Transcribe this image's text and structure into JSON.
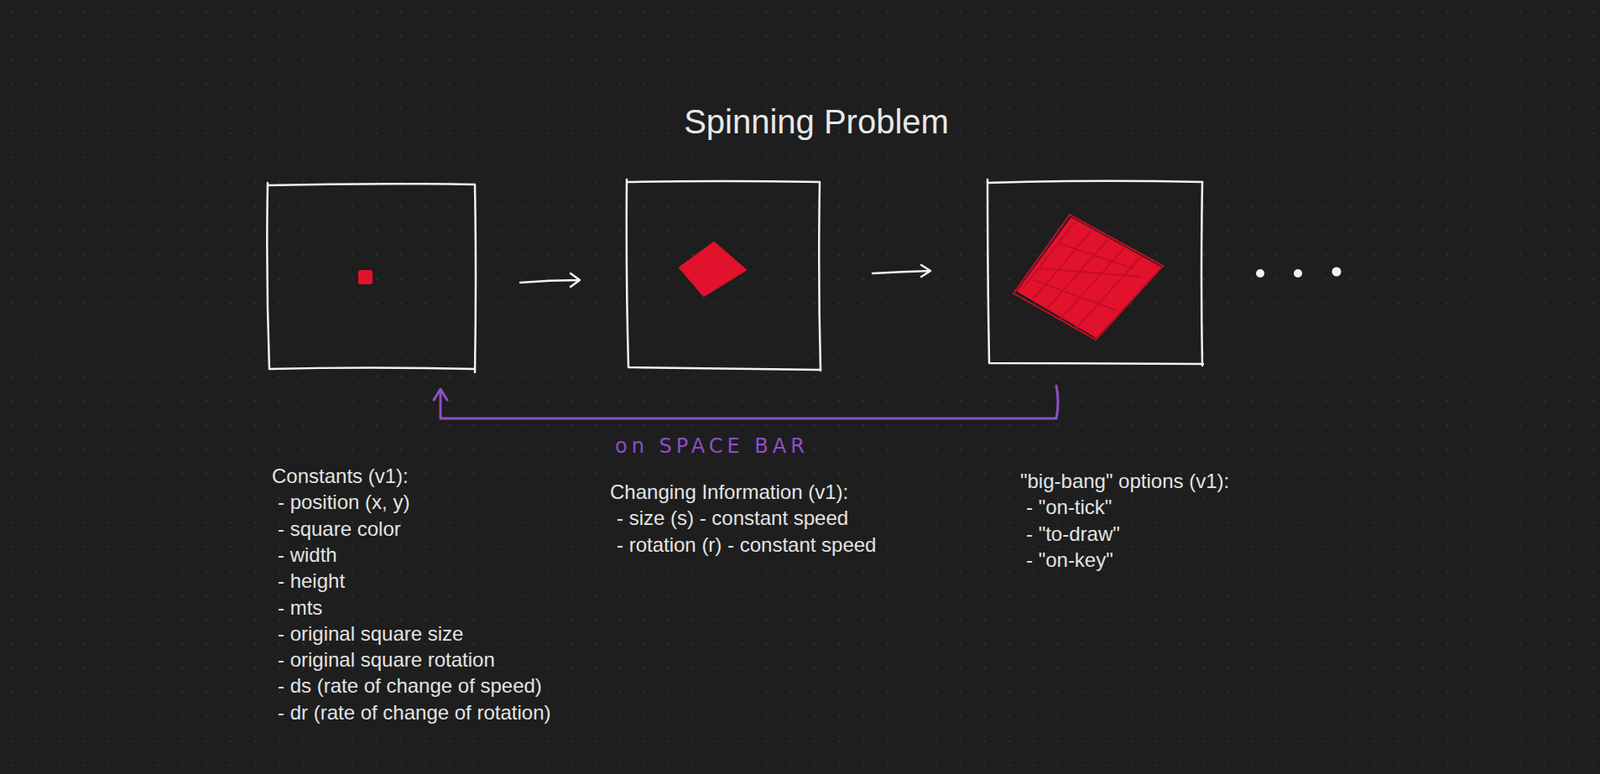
{
  "diagram": {
    "title": "Spinning Problem",
    "labels": [
      "on SPACE BAR",
      "Constants (v1):",
      "- position (x, y)",
      "- square color",
      "- width",
      "- height",
      "- mts",
      "- original square size",
      "- original square rotation",
      "- ds (rate of change of speed)",
      "- dr (rate of change of rotation)",
      "Changing Information (v1):",
      "- size (s) - constant speed",
      "- rotation (r) - constant speed",
      "\"big-bang\" options (v1):",
      "- \"on-tick\"",
      "- \"to-draw\"",
      "- \"on-key\""
    ]
  }
}
